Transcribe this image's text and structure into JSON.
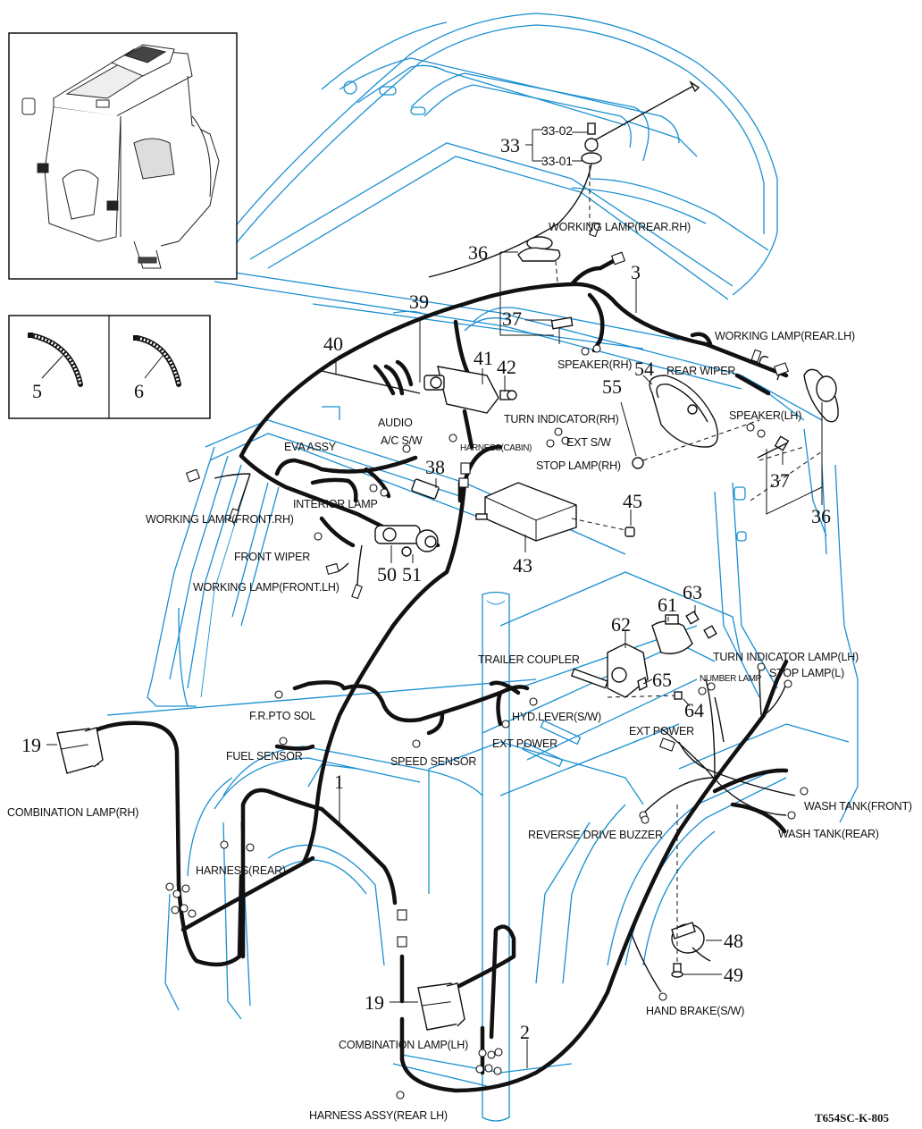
{
  "diagram": {
    "title": "Cabin wiring harness",
    "drawing_number": "T654SC-K-805",
    "colors": {
      "frame": "#1a8fd0",
      "harness": "#111111",
      "background": "#ffffff"
    },
    "callouts": {
      "c1": "1",
      "c2": "2",
      "c3": "3",
      "c5": "5",
      "c6": "6",
      "c19a": "19",
      "c19b": "19",
      "c33": "33",
      "c33_01": "33-01",
      "c33_02": "33-02",
      "c36a": "36",
      "c36b": "36",
      "c37a": "37",
      "c37b": "37",
      "c38": "38",
      "c39": "39",
      "c40": "40",
      "c41": "41",
      "c42": "42",
      "c43": "43",
      "c45": "45",
      "c48": "48",
      "c49": "49",
      "c50": "50",
      "c51": "51",
      "c54": "54",
      "c55": "55",
      "c61": "61",
      "c62": "62",
      "c63": "63",
      "c64": "64",
      "c65": "65"
    },
    "labels": {
      "working_lamp_rear_rh": "WORKING LAMP(REAR.RH)",
      "working_lamp_rear_lh": "WORKING LAMP(REAR.LH)",
      "speaker_rh": "SPEAKER(RH)",
      "speaker_lh": "SPEAKER(LH)",
      "rear_wiper": "REAR WIPER",
      "audio": "AUDIO",
      "ac_sw": "A/C S/W",
      "turn_indicator_rh": "TURN INDICATOR(RH)",
      "harness_cabin": "HARNESS(CABIN)",
      "ext_sw": "EXT S/W",
      "stop_lamp_rh": "STOP LAMP(RH)",
      "eva_assy": "EVA ASSY",
      "interior_lamp": "INTERIOR LAMP",
      "working_lamp_front_rh": "WORKING LAMP(FRONT.RH)",
      "front_wiper": "FRONT WIPER",
      "working_lamp_front_lh": "WORKING LAMP(FRONT.LH)",
      "trailer_coupler": "TRAILER COUPLER",
      "turn_indicator_lamp_lh": "TURN INDICATOR LAMP(LH)",
      "number_lamp": "NUMBER LAMP",
      "stop_lamp_l": "STOP LAMP(L)",
      "fr_pto_sol": "F.R.PTO SOL",
      "hyd_lever_sw": "HYD.LEVER(S/W)",
      "ext_power_a": "EXT POWER",
      "ext_power_b": "EXT POWER",
      "fuel_sensor": "FUEL SENSOR",
      "speed_sensor": "SPEED SENSOR",
      "combination_lamp_rh": "COMBINATION LAMP(RH)",
      "combination_lamp_lh": "COMBINATION LAMP(LH)",
      "wash_tank_front": "WASH TANK(FRONT)",
      "wash_tank_rear": "WASH TANK(REAR)",
      "reverse_drive_buzzer": "REVERSE DRIVE BUZZER",
      "harness_rear": "HARNESS(REAR)",
      "hand_brake_sw": "HAND BRAKE(S/W)",
      "harness_assy_rear_lh": "HARNESS ASSY(REAR LH)"
    },
    "insets": {
      "overview": "Tractor cabin overview",
      "cable_parts": [
        "5",
        "6"
      ]
    }
  }
}
